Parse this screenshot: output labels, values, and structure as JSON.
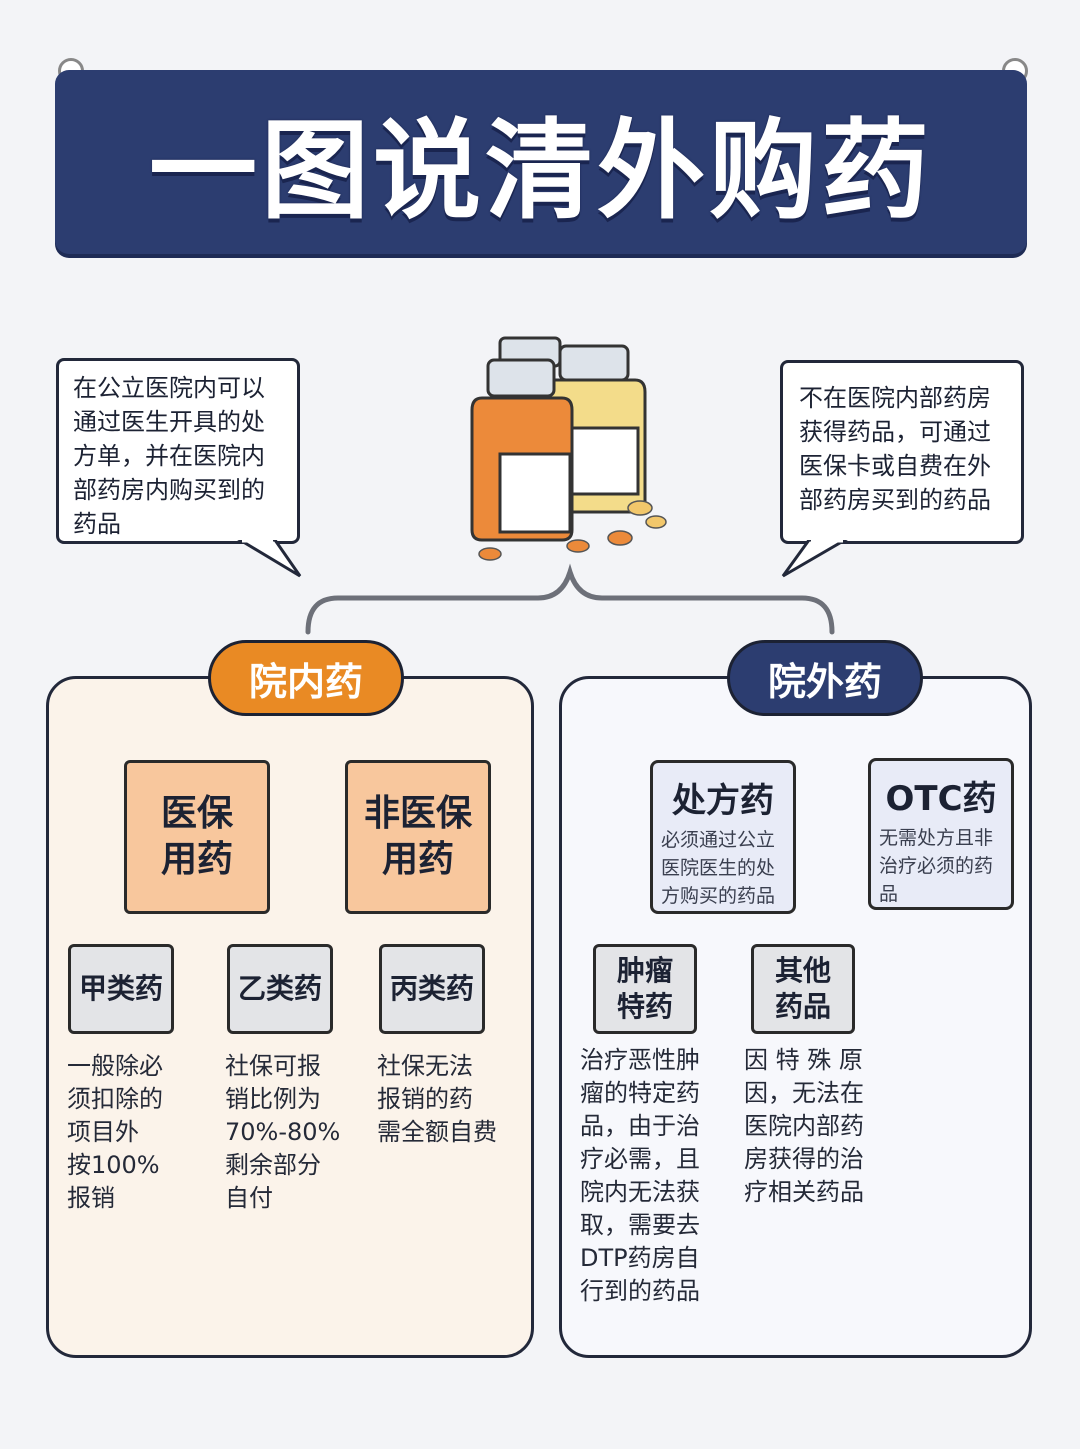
{
  "title": "一图说清外购药",
  "bubbles": {
    "left": [
      "在公立医院内可以",
      "通过医生开具的处",
      "方单，并在医院内",
      "部药房内购买到的",
      "药品"
    ],
    "right": [
      "不在医院内部药房",
      "获得药品，可通过",
      "医保卡或自费在外",
      "部药房买到的药品"
    ]
  },
  "left": {
    "label": "院内药",
    "insured": "医保\n用药",
    "uninsured": "非医保\n用药",
    "class_a": {
      "label": "甲类药",
      "desc": [
        "一般除必",
        "须扣除的",
        "项目外",
        "按100%",
        "报销"
      ]
    },
    "class_b": {
      "label": "乙类药",
      "desc": [
        "社保可报",
        "销比例为",
        "70%-80%",
        "剩余部分",
        "自付"
      ]
    },
    "class_c": {
      "label": "丙类药",
      "desc": [
        "社保无法",
        "报销的药",
        "需全额自费"
      ]
    }
  },
  "right": {
    "label": "院外药",
    "rx": {
      "label": "处方药",
      "desc": [
        "必须通过公立",
        "医院医生的处",
        "方购买的药品"
      ]
    },
    "otc": {
      "label": "OTC药",
      "desc": [
        "无需处方且非",
        "治疗必须的药",
        "品"
      ]
    },
    "oncology": {
      "label": "肿瘤\n特药",
      "desc": [
        "治疗恶性肿",
        "瘤的特定药",
        "品，由于治",
        "疗必需，且",
        "院内无法获",
        "取，需要去",
        "DTP药房自",
        "行到的药品"
      ]
    },
    "other": {
      "label": "其他\n药品",
      "desc": [
        "因 特 殊 原",
        "因，无法在",
        "医院内部药",
        "房获得的治",
        "疗相关药品"
      ]
    }
  },
  "colors": {
    "navy": "#2c3d70",
    "orange": "#e98a24",
    "peach": "#f8c79d"
  }
}
